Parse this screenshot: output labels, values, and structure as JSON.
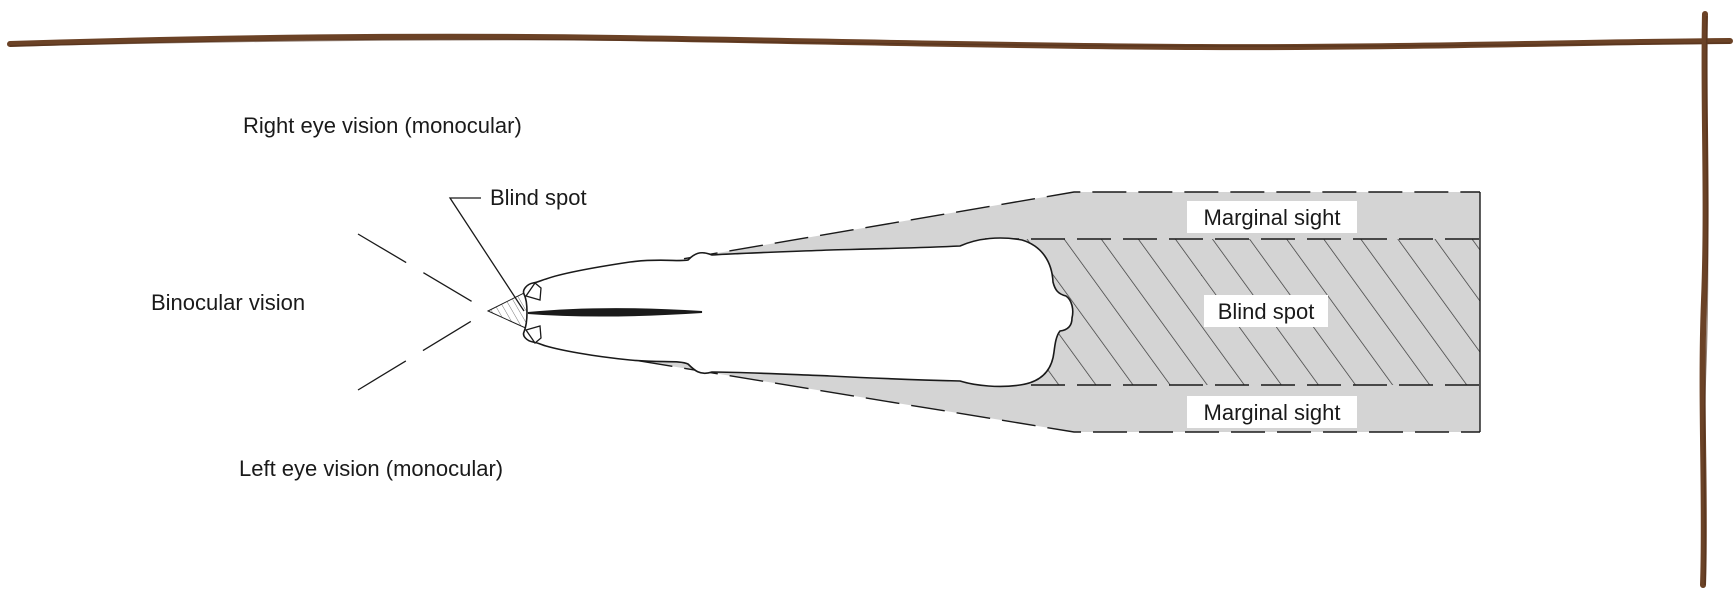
{
  "labels": {
    "right_eye": "Right eye vision (monocular)",
    "binocular": "Binocular vision",
    "left_eye": "Left eye vision (monocular)",
    "blind_spot_callout": "Blind spot",
    "marginal_top": "Marginal sight",
    "blind_spot_zone": "Blind spot",
    "marginal_bottom": "Marginal sight"
  },
  "colors": {
    "fence": "#6b4226",
    "zone_fill": "#d4d4d4",
    "line": "#1a1a1a",
    "hatch": "#333333",
    "background": "#ffffff"
  }
}
